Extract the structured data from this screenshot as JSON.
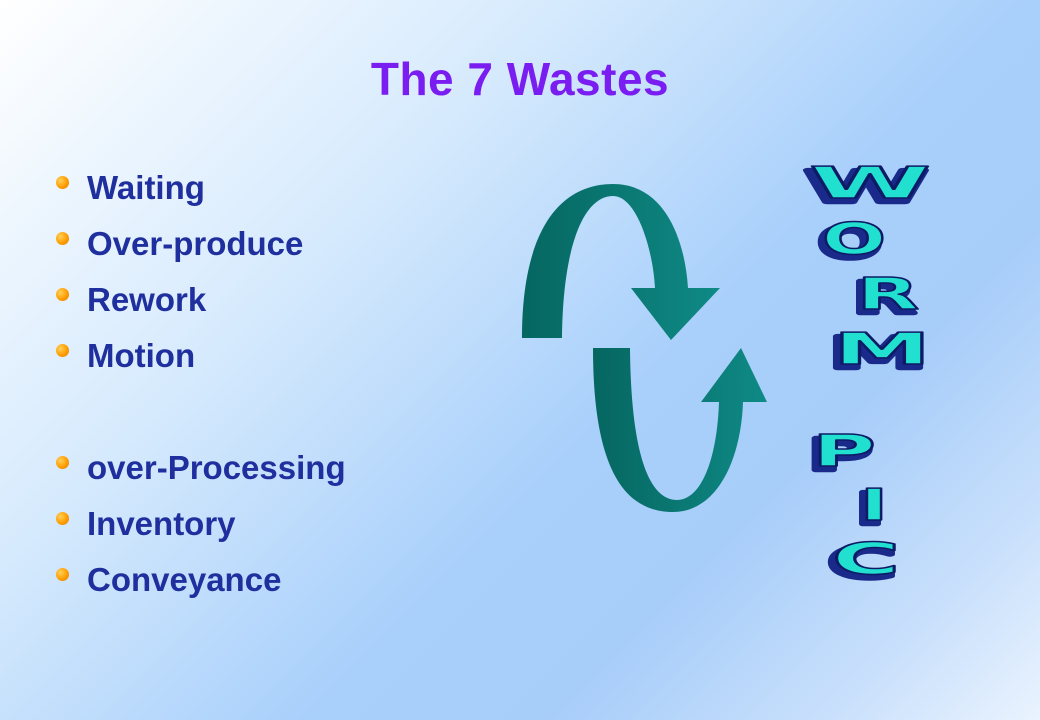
{
  "slide": {
    "title": "The 7 Wastes",
    "bullets": [
      "Waiting",
      "Over-produce",
      "Rework",
      "Motion",
      "over-Processing",
      "Inventory",
      "Conveyance"
    ]
  },
  "graphic": {
    "cycle_arrows_icon": "cycle-arrows-icon",
    "arrow_color_dark": "#0a6e6a",
    "arrow_color_light": "#0f8a86"
  },
  "wordart": {
    "letters": [
      "W",
      "O",
      "R",
      "M",
      "P",
      "I",
      "C"
    ],
    "fill_color": "#22e0d0",
    "outline_color": "#1a2a8a"
  },
  "colors": {
    "title": "#7a1df0",
    "bullet_text": "#1f2f9e",
    "bullet_marker": "#ff9d00"
  }
}
